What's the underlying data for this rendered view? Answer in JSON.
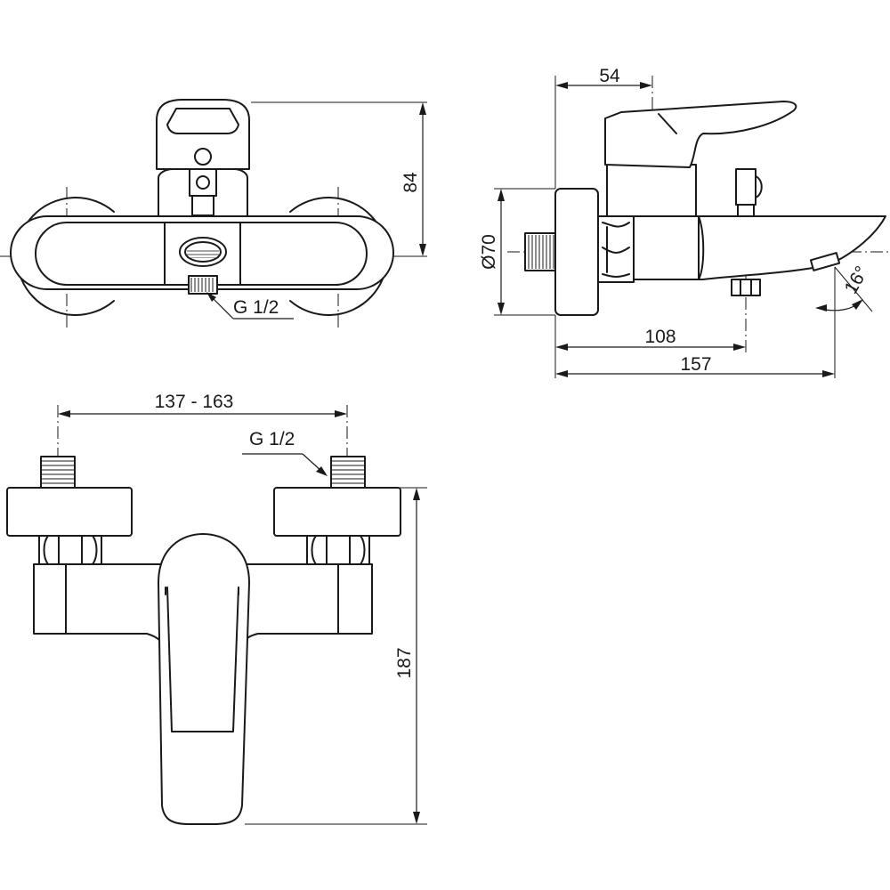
{
  "dimensions": {
    "front_height": "84",
    "front_thread": "G 1/2",
    "side_depth_54": "54",
    "side_diameter": "Ø70",
    "side_angle": "16°",
    "side_length_108": "108",
    "side_length_157": "157",
    "top_spacing": "137 - 163",
    "top_thread": "G 1/2",
    "top_height": "187"
  }
}
